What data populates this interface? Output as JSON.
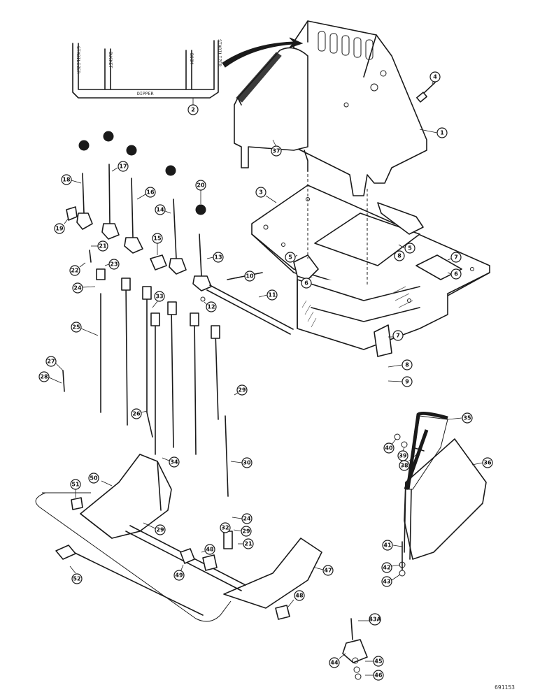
{
  "figure_number": "691153",
  "decal_labels": [
    "STABILIZER",
    "BUCKET",
    "BOOM",
    "STABILIZER",
    "DIPPER"
  ],
  "callouts": [
    "1",
    "2",
    "3",
    "4",
    "5",
    "5",
    "6",
    "6",
    "7",
    "7",
    "8",
    "8",
    "9",
    "10",
    "11",
    "12",
    "13",
    "14",
    "15",
    "16",
    "17",
    "18",
    "19",
    "20",
    "21",
    "21",
    "22",
    "23",
    "24",
    "24",
    "25",
    "26",
    "27",
    "28",
    "29",
    "29",
    "29",
    "30",
    "32",
    "33",
    "34",
    "35",
    "36",
    "37",
    "38",
    "39",
    "40",
    "41",
    "42",
    "43",
    "43A",
    "44",
    "45",
    "46",
    "47",
    "48",
    "48",
    "49",
    "50",
    "51",
    "52"
  ]
}
